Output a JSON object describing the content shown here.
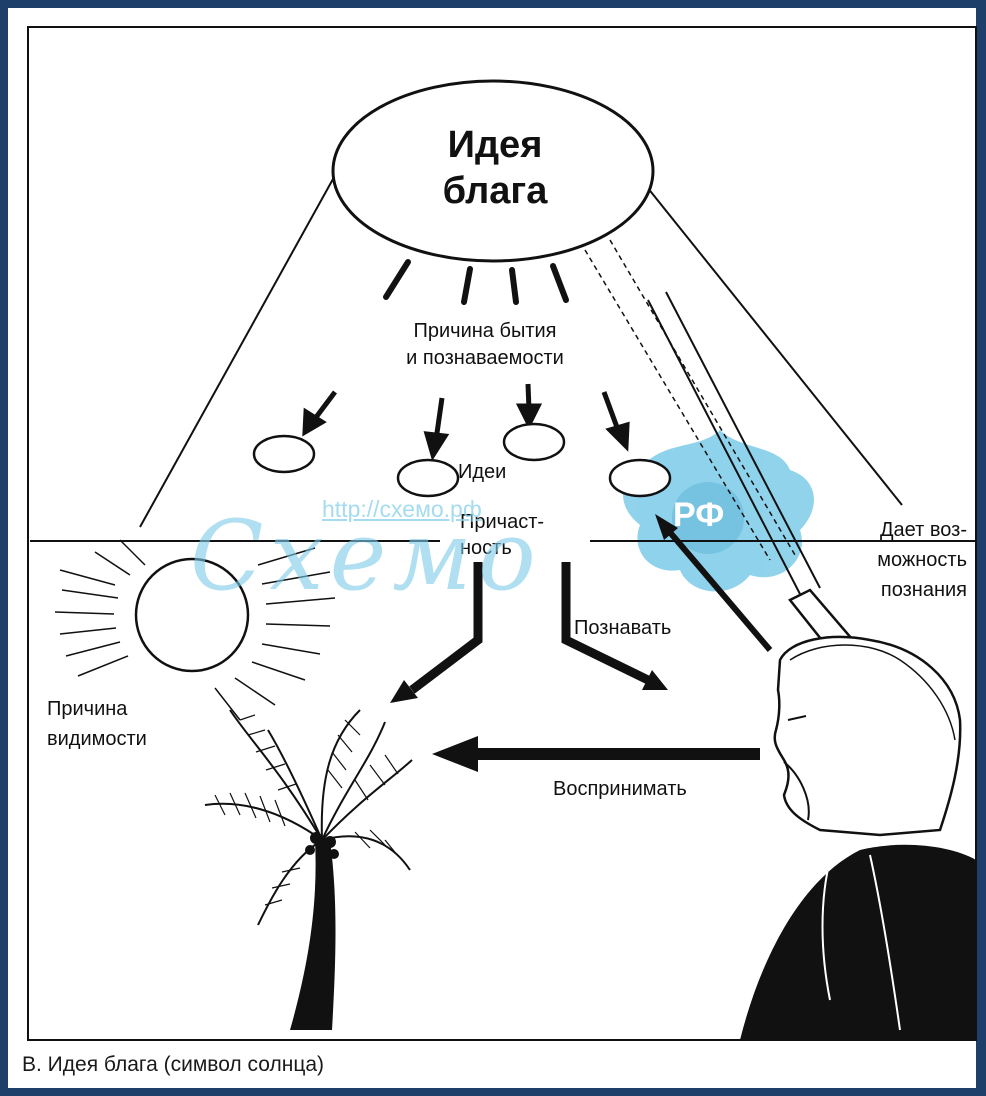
{
  "diagram": {
    "title_idea": [
      "Идея",
      "блага"
    ],
    "cause_of_being": [
      "Причина бытия",
      "и познаваемости"
    ],
    "ideas_label": "Идеи",
    "participation_label": [
      "Причаст-",
      "ность"
    ],
    "gives_possibility": [
      "Дает воз-",
      "можность",
      "познания"
    ],
    "to_know_label": "Познавать",
    "cause_of_visibility": [
      "Причина",
      "видимости"
    ],
    "perceive_label": "Воспринимать"
  },
  "caption": "В.  Идея блага (символ солнца)",
  "watermark": {
    "url": "http://схемо.рф",
    "script": "Схемо",
    "badge": "РФ"
  },
  "colors": {
    "frame": "#1f3f6b",
    "ink": "#111111",
    "watermark": "#7ccbe8"
  }
}
